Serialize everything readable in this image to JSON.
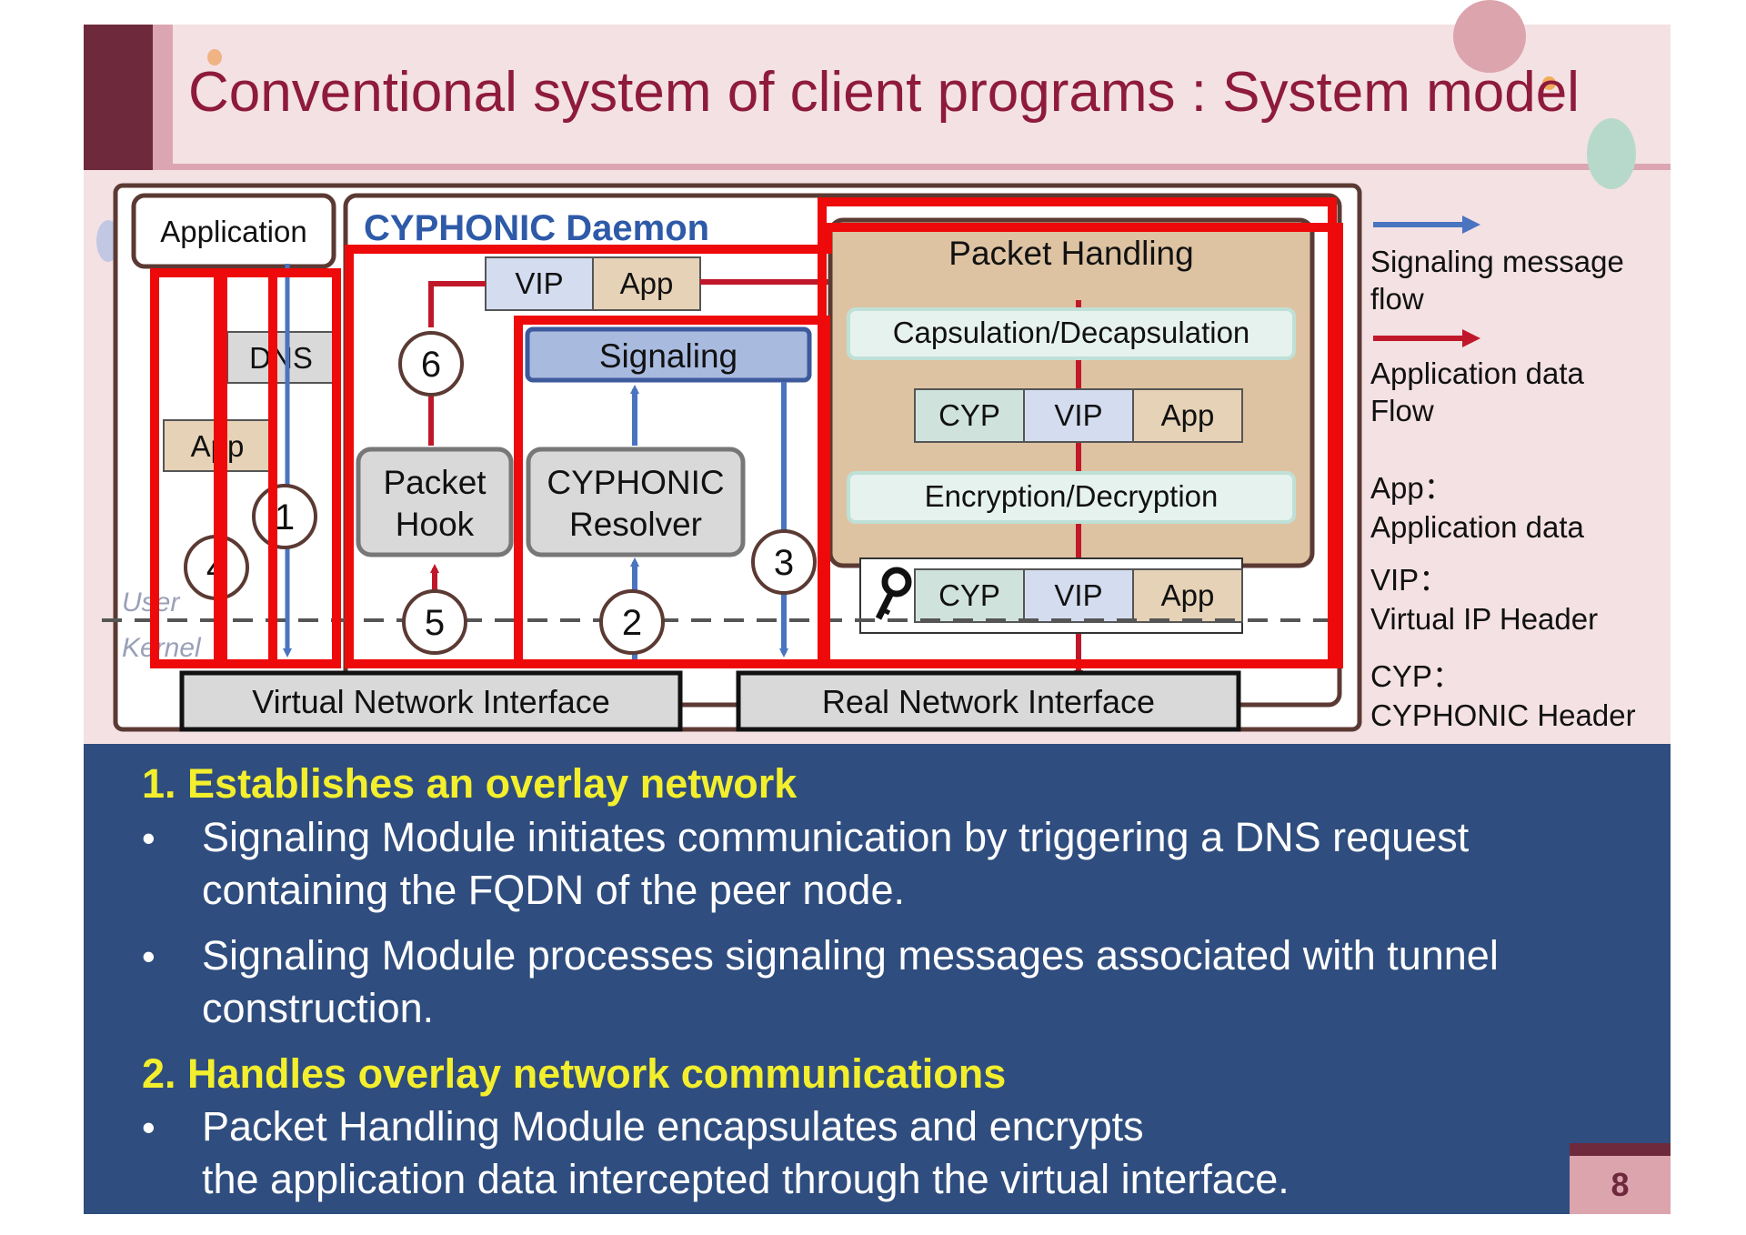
{
  "slide": {
    "title": "Conventional system of client programs : System model",
    "page_number": "8"
  },
  "diagram": {
    "application_label": "Application",
    "daemon_label": "CYPHONIC Daemon",
    "dns_label": "DNS",
    "app_label": "App",
    "vip_header": {
      "vip": "VIP",
      "app": "App"
    },
    "signaling_label": "Signaling",
    "packet_hook_label": [
      "Packet",
      "Hook"
    ],
    "resolver_label": [
      "CYPHONIC",
      "Resolver"
    ],
    "packet_handling_label": "Packet Handling",
    "capsulation_label": "Capsulation/Decapsulation",
    "encryption_label": "Encryption/Decryption",
    "packet_fields": {
      "cyp": "CYP",
      "vip": "VIP",
      "app": "App"
    },
    "user_label": "User",
    "kernel_label": "Kernel",
    "virtual_nic_label": "Virtual Network Interface",
    "real_nic_label": "Real Network Interface",
    "step_numbers": [
      "1",
      "2",
      "3",
      "4",
      "5",
      "6"
    ],
    "key_icon": "key-icon"
  },
  "legend": {
    "signaling_flow": [
      "Signaling message",
      "flow"
    ],
    "app_data_flow": [
      "Application data",
      "Flow"
    ],
    "app_def": [
      "App：",
      "Application data"
    ],
    "vip_def": [
      "VIP：",
      "Virtual IP Header"
    ],
    "cyp_def": [
      "CYP：",
      "CYPHONIC Header"
    ]
  },
  "body": {
    "section1_heading": "1. Establishes an overlay network",
    "bullets1": [
      [
        "Signaling Module initiates communication by triggering a DNS request",
        "containing the FQDN of the peer node."
      ],
      [
        "Signaling Module processes signaling messages associated with tunnel",
        "construction."
      ]
    ],
    "section2_heading": "2. Handles overlay network communications",
    "bullets2": [
      [
        "Packet Handling Module encapsulates and encrypts",
        "the application data intercepted through the virtual interface."
      ]
    ],
    "bullet_char": "•"
  },
  "colors": {
    "signaling_arrow": "#4a74c0",
    "app_data_arrow": "#c0182a",
    "highlight_red": "#ee0a0a",
    "title_color": "#8e1a3c",
    "heading_yellow": "#f3ef2d",
    "panel_blue": "#2f4d7e"
  }
}
